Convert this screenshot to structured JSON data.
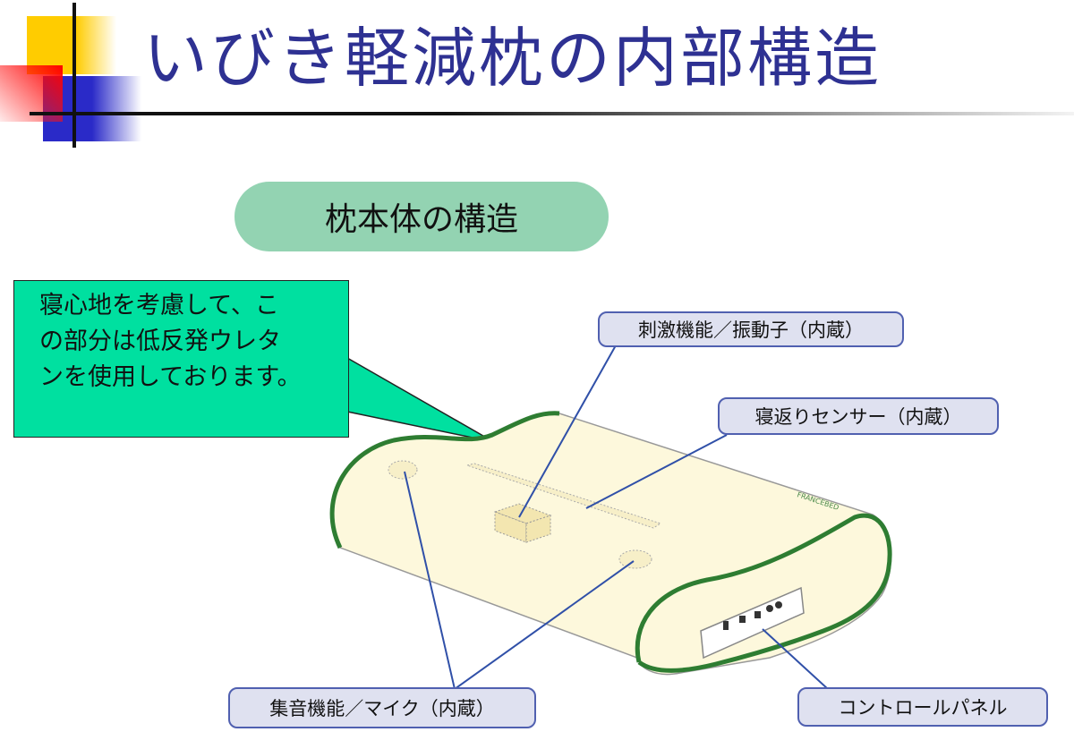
{
  "title": "いびき軽減枕の内部構造",
  "section_title": "枕本体の構造",
  "callout": {
    "lines": [
      "寝心地を考慮して、こ",
      "の部分は低反発ウレタ",
      "ンを使用しております。"
    ]
  },
  "labels": {
    "vibrator": "刺激機能／振動子（内蔵）",
    "sensor": "寝返りセンサー（内蔵）",
    "microphone": "集音機能／マイク（内蔵）",
    "control_panel": "コントロールパネル"
  },
  "brand_logo": "FRANCEBED",
  "colors": {
    "title": "#2e3192",
    "pill": "#93d3b2",
    "callout": "#00e0a0",
    "pillow_fill": "#fdf8dc",
    "pillow_outline": "#2e7d32",
    "leader": "#3050a8"
  }
}
